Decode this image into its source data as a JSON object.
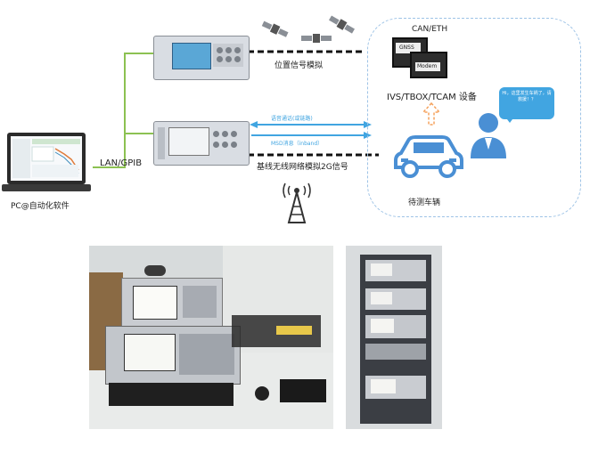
{
  "labels": {
    "pc": "PC@自动化软件",
    "lan": "LAN/GPIB",
    "position_signal": "位置信号模拟",
    "voice_channel": "语音通话(或链路)",
    "msd": "MSD消息（inband）",
    "base_station": "基线无线网络模拟2G信号",
    "can_eth": "CAN/ETH",
    "gnss": "GNSS",
    "modem": "Modem",
    "device": "IVS/TBOX/TCAM 设备",
    "vehicle": "待测车辆",
    "speech_bubble": "Hi，这里发生车祸了，请救援！？"
  },
  "colors": {
    "link_green": "#8cc152",
    "signal_blue": "#41a5e1",
    "dashed_border": "#9ec3e6",
    "car_blue": "#4a8fd4",
    "arrow_orange": "#f5a25d"
  },
  "icons": [
    "laptop-icon",
    "satellite-icon",
    "tower-icon",
    "car-icon",
    "person-icon",
    "chip-icon",
    "up-arrow-icon"
  ]
}
